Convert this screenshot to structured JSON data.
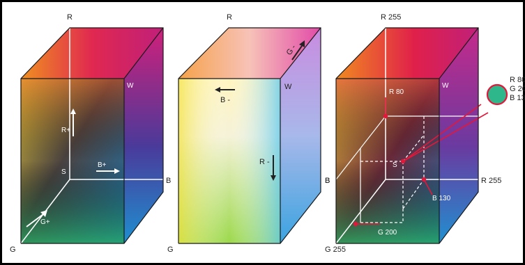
{
  "cube1": {
    "labels": {
      "r": "R",
      "w": "W",
      "b": "B",
      "g": "G",
      "s": "S"
    },
    "arrows": {
      "r_plus": "R+",
      "b_plus": "B+",
      "g_plus": "G+"
    }
  },
  "cube2": {
    "labels": {
      "r": "R",
      "w": "W",
      "b": "B",
      "g": "G"
    },
    "arrows": {
      "g_minus": "G -",
      "b_minus": "B -",
      "r_minus": "R -"
    }
  },
  "cube3": {
    "labels": {
      "r255": "R 255",
      "w": "W",
      "b": "B",
      "g255": "G 255",
      "s": "S",
      "b255": "R 255",
      "r80": "R 80",
      "b130": "B 130",
      "g200": "G 200"
    },
    "swatch": {
      "line1": "R 80",
      "line2": "G 20",
      "line3": "B 13",
      "color": "#2db78a"
    }
  },
  "colors": {
    "frame": "#000000",
    "edge": "#1a1a1a",
    "white_edge": "#ffffff",
    "marker": "#e4173a"
  }
}
